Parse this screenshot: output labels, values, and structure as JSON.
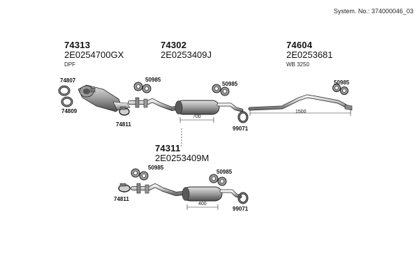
{
  "system_no": "System. No.: 374000046_03",
  "groups": {
    "front": {
      "article": "74313",
      "oe": "2E0254700GX",
      "desc": "DPF"
    },
    "middle": {
      "article": "74302",
      "oe": "2E0253409J"
    },
    "rear": {
      "article": "74604",
      "oe": "2E0253681",
      "desc": "WB 3250"
    },
    "alt": {
      "article": "74311",
      "oe": "2E0253409M"
    }
  },
  "parts": {
    "p74807": "74807",
    "p74809": "74809",
    "p74811_top": "74811",
    "p50985_a": "50985",
    "p50985_b": "50985",
    "p50985_c": "50985",
    "p99071_top": "99071",
    "p50985_d": "50985",
    "p50985_e": "50985",
    "p74811_bot": "74811",
    "p99071_bot": "99071"
  },
  "dimensions": {
    "d700": "700",
    "d1500": "1500",
    "d400": "400"
  }
}
